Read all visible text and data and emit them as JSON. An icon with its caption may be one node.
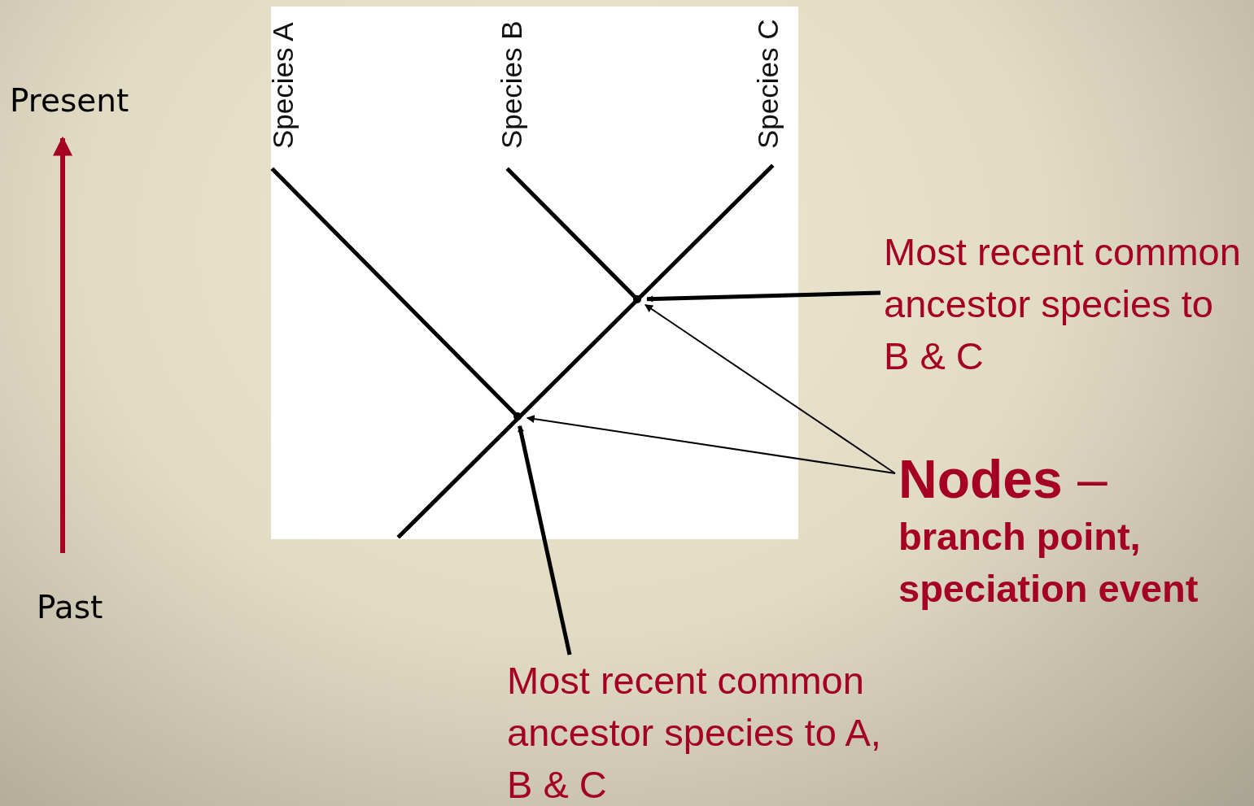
{
  "diagram": {
    "nodes": [
      {
        "text": [
          "Most recent common ancestor species to B & C"
        ]
      },
      {
        "text": [
          "**Nodes** –",
          "branch point, speciation event"
        ]
      },
      {
        "text": [
          "Most recent common ancestor species to A, B & C"
        ]
      },
      {
        "text": [],
        "shape": "point"
      },
      {
        "text": [],
        "shape": "point"
      }
    ],
    "edges": [
      {
        "from": 0,
        "to": 3,
        "arrow": "to",
        "style": "thick"
      },
      {
        "from": 1,
        "to": 3,
        "arrow": "to"
      },
      {
        "from": 1,
        "to": 4,
        "arrow": "to"
      },
      {
        "from": 2,
        "to": 4,
        "arrow": "to",
        "style": "thick"
      }
    ],
    "labels": [
      "Species A",
      "Species B",
      "Species C",
      "Present",
      "Past"
    ]
  }
}
